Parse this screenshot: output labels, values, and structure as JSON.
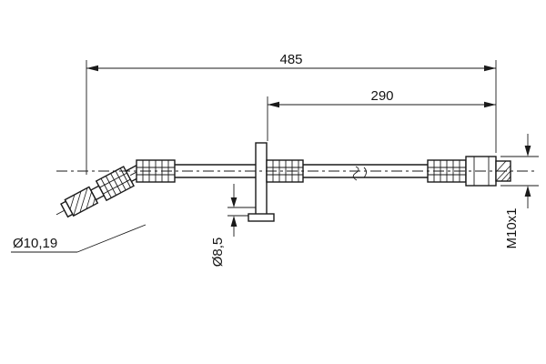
{
  "labels": {
    "dim_overall": "485",
    "dim_partial": "290",
    "dia_end_fitting": "Ø10,19",
    "dia_bracket_hole": "Ø8,5",
    "thread_spec": "M10x1"
  },
  "colors": {
    "line": "#1a1a1a",
    "background": "#ffffff"
  }
}
